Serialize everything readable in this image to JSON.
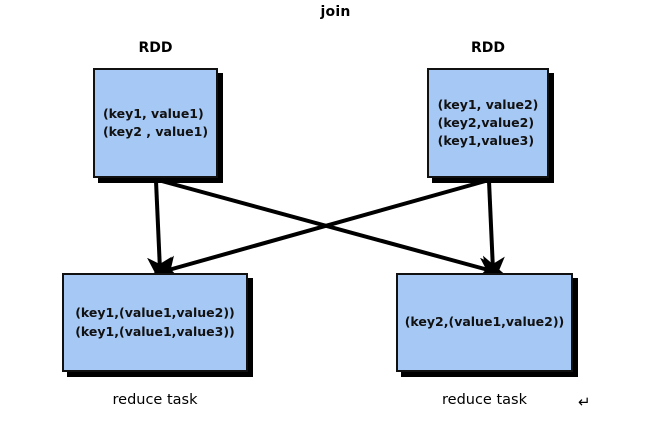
{
  "diagram": {
    "title": "join",
    "top_left": {
      "caption": "RDD",
      "lines": [
        "(key1, value1)",
        "(key2 , value1)"
      ]
    },
    "top_right": {
      "caption": "RDD",
      "lines": [
        "(key1, value2)",
        "(key2,value2)",
        "(key1,value3)"
      ]
    },
    "bottom_left": {
      "caption": "reduce task",
      "lines": [
        "(key1,(value1,value2))",
        "(key1,(value1,value3))"
      ]
    },
    "bottom_right": {
      "caption": "reduce task",
      "lines": [
        "(key2,(value1,value2))"
      ]
    },
    "cr_mark": "↵",
    "colors": {
      "box_fill": "#a6c8f5",
      "box_border": "#111111",
      "shadow": "#000000",
      "text": "#000000",
      "background": "#ffffff"
    }
  }
}
